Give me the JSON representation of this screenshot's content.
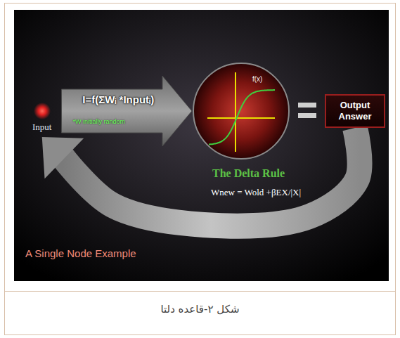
{
  "diagram": {
    "caption": "شکل ۲-قاعده دلتا",
    "nodes": [
      {
        "text": [
          "Input"
        ]
      },
      {
        "text": [
          "f(x)"
        ]
      },
      {
        "text": [
          "Output Answer"
        ]
      }
    ],
    "edges": [
      {
        "from": 0,
        "to": 1,
        "arrow": "to",
        "label": "I=f(ΣWᵢ *Inputᵢ)"
      },
      {
        "from": 2,
        "to": 0,
        "arrow": "to",
        "label": "The Delta Rule"
      }
    ],
    "labels": [
      "*W initially random",
      "Wnew = Wold +βEX/|X|",
      "A Single Node Example"
    ]
  }
}
